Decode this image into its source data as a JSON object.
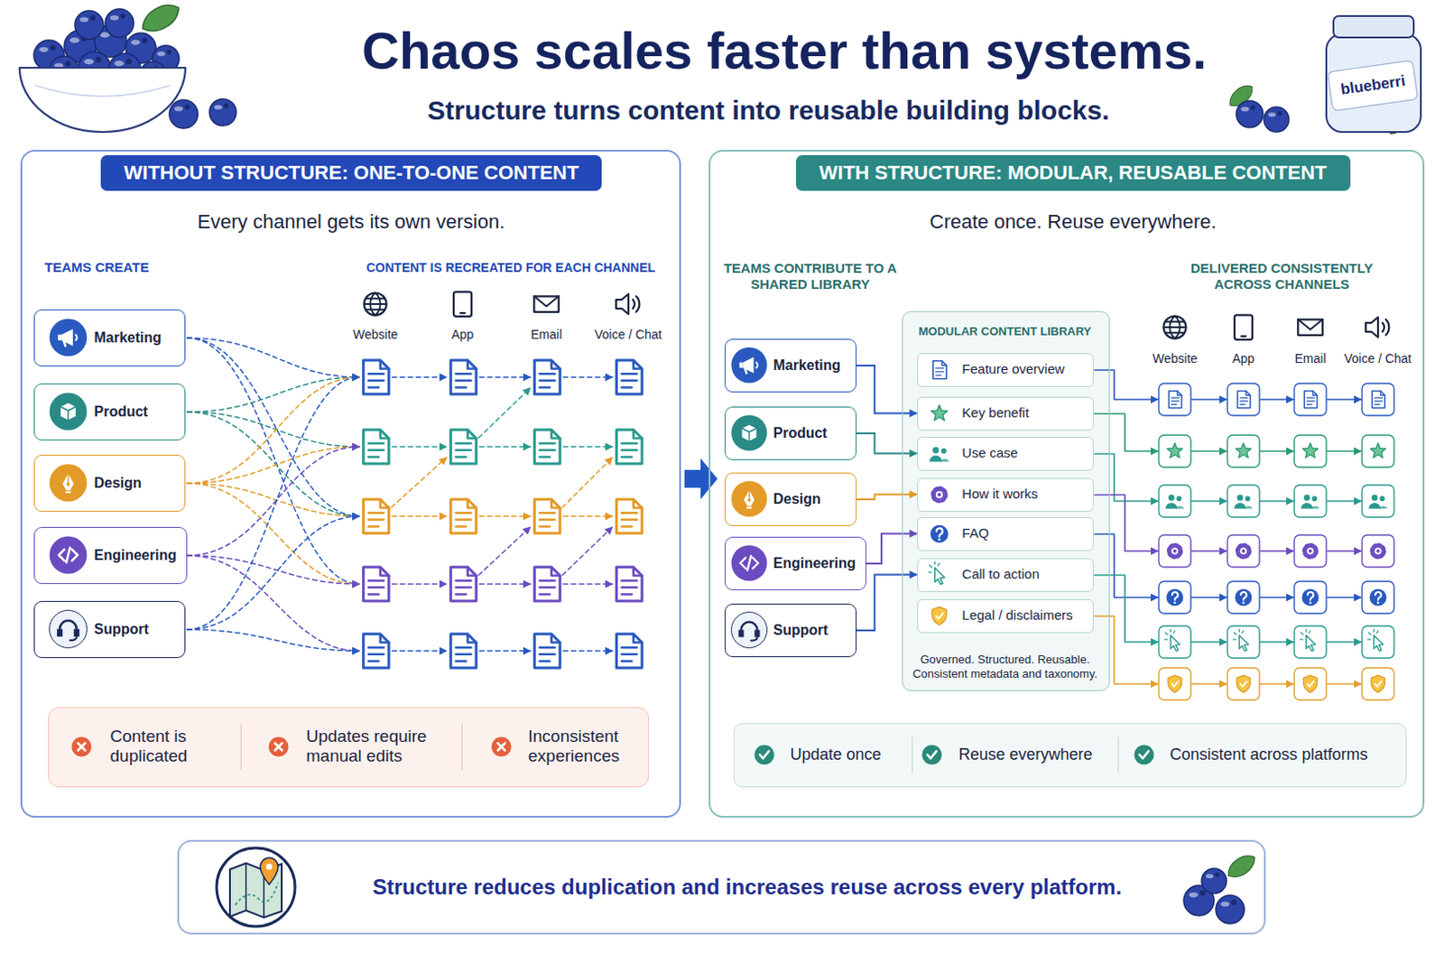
{
  "diagram": {
    "title": "Chaos scales faster than systems.",
    "nodes": [
      {
        "text": [
          "WITHOUT STRUCTURE: ONE-TO-ONE CONTENT",
          "Every channel gets its own version."
        ]
      },
      {
        "text": [
          "Marketing"
        ],
        "in": 0
      },
      {
        "text": [
          "Product"
        ],
        "in": 0
      },
      {
        "text": [
          "Design"
        ],
        "in": 0
      },
      {
        "text": [
          "Engineering"
        ],
        "in": 0
      },
      {
        "text": [
          "Support"
        ],
        "in": 0
      },
      {
        "text": [
          "Content is duplicated",
          "Updates require manual edits",
          "Inconsistent experiences"
        ],
        "in": 0
      },
      {
        "text": [
          "WITH STRUCTURE: MODULAR, REUSABLE CONTENT",
          "Create once. Reuse everywhere."
        ]
      },
      {
        "text": [
          "Marketing"
        ],
        "in": 7
      },
      {
        "text": [
          "Product"
        ],
        "in": 7
      },
      {
        "text": [
          "Design"
        ],
        "in": 7
      },
      {
        "text": [
          "Engineering"
        ],
        "in": 7
      },
      {
        "text": [
          "Support"
        ],
        "in": 7
      },
      {
        "text": [
          "MODULAR CONTENT LIBRARY",
          "Governed. Structured. Reusable. Consistent metadata and taxonomy."
        ],
        "in": 7
      },
      {
        "text": [
          "Feature overview"
        ],
        "in": 13
      },
      {
        "text": [
          "Key benefit"
        ],
        "in": 13
      },
      {
        "text": [
          "Use case"
        ],
        "in": 13
      },
      {
        "text": [
          "How it works"
        ],
        "in": 13
      },
      {
        "text": [
          "FAQ"
        ],
        "in": 13
      },
      {
        "text": [
          "Call to action"
        ],
        "in": 13
      },
      {
        "text": [
          "Legal / disclaimers"
        ],
        "in": 13
      },
      {
        "text": [
          "Update once",
          "Reuse everywhere",
          "Consistent across platforms"
        ],
        "in": 7
      },
      {
        "text": [
          "Structure reduces duplication and increases reuse across every platform."
        ]
      }
    ],
    "edges": [
      {
        "from": 8,
        "to": 15,
        "arrow": "to"
      },
      {
        "from": 9,
        "to": 16,
        "arrow": "to"
      },
      {
        "from": 10,
        "to": 17,
        "arrow": "to"
      },
      {
        "from": 11,
        "to": 18,
        "arrow": "to"
      },
      {
        "from": 12,
        "to": 19,
        "arrow": "to"
      }
    ],
    "labels": [
      "Structure turns content into reusable building blocks.",
      "blueberri",
      "TEAMS CREATE",
      "CONTENT IS RECREATED FOR EACH CHANNEL",
      "Website",
      "App",
      "Email",
      "Voice / Chat",
      "TEAMS CONTRIBUTE TO A SHARED LIBRARY",
      "DELIVERED CONSISTENTLY ACROSS CHANNELS",
      "Website",
      "App",
      "Email",
      "Voice / Chat"
    ]
  }
}
